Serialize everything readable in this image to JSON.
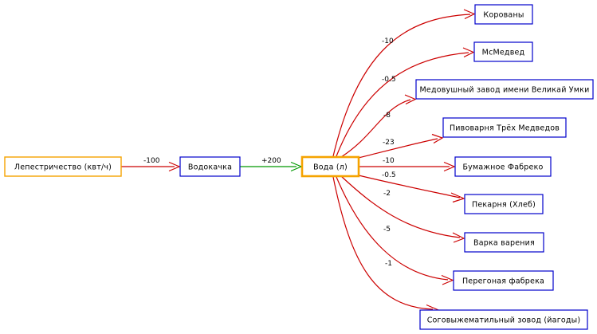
{
  "nodes": {
    "source": "Лепестричество (квт/ч)",
    "pump": "Водокачка",
    "hub": "Вода (л)",
    "n1": "Корованы",
    "n2": "МсМедвед",
    "n3": "Медовушный завод имени Великай Умки",
    "n4": "Пивоварня Трёх Медведов",
    "n5": "Бумажное Фабреко",
    "n6": "Пекарня (Хлеб)",
    "n7": "Варка варения",
    "n8": "Перегоная фабрека",
    "n9": "Соговыжематильный зовод (йагоды)"
  },
  "edges": {
    "source_pump": "-100",
    "pump_hub": "+200",
    "hub_n1": "-10",
    "hub_n2": "-0.5",
    "hub_n3": "-8",
    "hub_n4": "-23",
    "hub_n5": "-10",
    "hub_n6": "-0.5",
    "hub_n7": "-2",
    "hub_n8": "-5",
    "hub_n9": "-1"
  },
  "colors": {
    "node_border": "#0000cc",
    "source_border": "#f5a300",
    "edge_consume": "#cc0000",
    "edge_supply": "#009900"
  }
}
